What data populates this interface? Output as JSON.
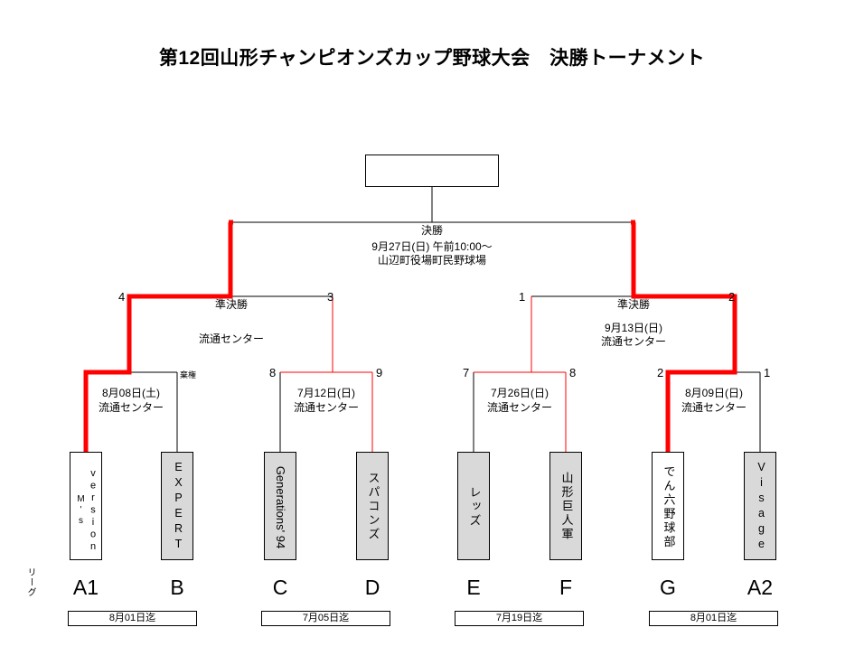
{
  "page": {
    "title": "第12回山形チャンピオンズカップ野球大会　決勝トーナメント",
    "league_label": "リーグ",
    "accent_color": "#ff0000",
    "line_color": "#000000",
    "team_box_fill": "#d9d9d9",
    "team_box_fill_winner": "#ffffff"
  },
  "champion": {
    "value": ""
  },
  "final": {
    "name": "決勝",
    "date": "9月27日(日) 午前10:00〜",
    "venue": "山辺町役場町民野球場"
  },
  "semifinals": [
    {
      "name": "準決勝",
      "date": "",
      "venue": "流通センター",
      "seed_left": "4",
      "seed_right": "3"
    },
    {
      "name": "準決勝",
      "date": "9月13日(日)",
      "venue": "流通センター",
      "seed_left": "1",
      "seed_right": "2"
    }
  ],
  "quarterfinals": [
    {
      "date": "8月08日(土)",
      "venue": "流通センター",
      "seed_left": "",
      "seed_right": "",
      "note": "棄権"
    },
    {
      "date": "7月12日(日)",
      "venue": "流通センター",
      "seed_left": "8",
      "seed_right": "9",
      "note": ""
    },
    {
      "date": "7月26日(日)",
      "venue": "流通センター",
      "seed_left": "7",
      "seed_right": "8",
      "note": ""
    },
    {
      "date": "8月09日(日)",
      "venue": "流通センター",
      "seed_left": "2",
      "seed_right": "1",
      "note": ""
    }
  ],
  "teams": [
    {
      "name_col_main": "version",
      "name_col_sub": "M's",
      "display": "version M's",
      "group": "A1",
      "winner": true
    },
    {
      "name_col_main": "EXPERT",
      "name_col_sub": "",
      "display": "EXPERT",
      "group": "B",
      "winner": false
    },
    {
      "name_col_main": "Generations' 94",
      "name_col_sub": "",
      "display": "Generations' 94",
      "group": "C",
      "winner": false
    },
    {
      "name_col_main": "スパコンズ",
      "name_col_sub": "",
      "display": "スパコンズ",
      "group": "D",
      "winner": false
    },
    {
      "name_col_main": "レッズ",
      "name_col_sub": "",
      "display": "レッズ",
      "group": "E",
      "winner": false
    },
    {
      "name_col_main": "山形巨人軍",
      "name_col_sub": "",
      "display": "山形巨人軍",
      "group": "F",
      "winner": false
    },
    {
      "name_col_main": "でん六野球部",
      "name_col_sub": "",
      "display": "でん六野球部",
      "group": "G",
      "winner": true
    },
    {
      "name_col_main": "Visage",
      "name_col_sub": "",
      "display": "Visage",
      "group": "A2",
      "winner": false
    }
  ],
  "deadlines": [
    {
      "text": "8月01日迄"
    },
    {
      "text": "7月05日迄"
    },
    {
      "text": "7月19日迄"
    },
    {
      "text": "8月01日迄"
    }
  ]
}
